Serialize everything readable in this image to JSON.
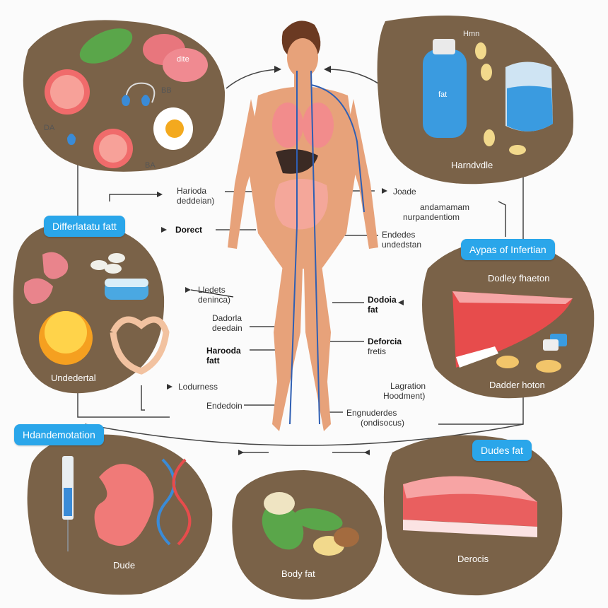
{
  "colors": {
    "panel": "#7a6248",
    "pill": "#2aa6ea",
    "skin": "#e7a27a",
    "vein": "#2f5fb3",
    "artery": "#d34c4c"
  },
  "panels": {
    "top_left": {
      "tiny1": "DA",
      "tiny2": "BA",
      "tiny3": "BB",
      "pill_text": "dite"
    },
    "top_right": {
      "caption": "Harndvdle",
      "tiny": "Hmn",
      "bottle_text": "fat"
    },
    "left_mid": {
      "caption": "Undedertal"
    },
    "right_mid": {
      "caption": "Dadder hoton",
      "subcaption": "Dodley fhaeton"
    },
    "bottom_left": {
      "caption": "Dude"
    },
    "bottom_center": {
      "caption": "Body fat"
    },
    "bottom_right": {
      "caption": "Derocis"
    }
  },
  "pills": {
    "left_top": "Differlatatu fatt",
    "right_mid": "Aypas of Infertian",
    "left_bottom": "Hdandemotation",
    "right_bottom": "Dudes fat"
  },
  "labels": {
    "l1": "Harioda",
    "l1b": "deddeian)",
    "l2": "Dorect",
    "l3": "Lledets",
    "l3b": "deninca)",
    "l4": "Dadorla",
    "l4b": "deedain",
    "l5": "Harooda",
    "l5b": "fatt",
    "l6": "Lodurness",
    "l7": "Endedoin",
    "r1": "Joade",
    "r2": "andamamam",
    "r2b": "nurpandentiom",
    "r3": "Endedes",
    "r3b": "undedstan",
    "r4": "Dodoia",
    "r4b": "fat",
    "r5": "Deforcia",
    "r5b": "fretis",
    "r6": "Lagration",
    "r6b": "Hoodment)",
    "r7": "Engnuderdes",
    "r7b": "(ondisocus)"
  }
}
